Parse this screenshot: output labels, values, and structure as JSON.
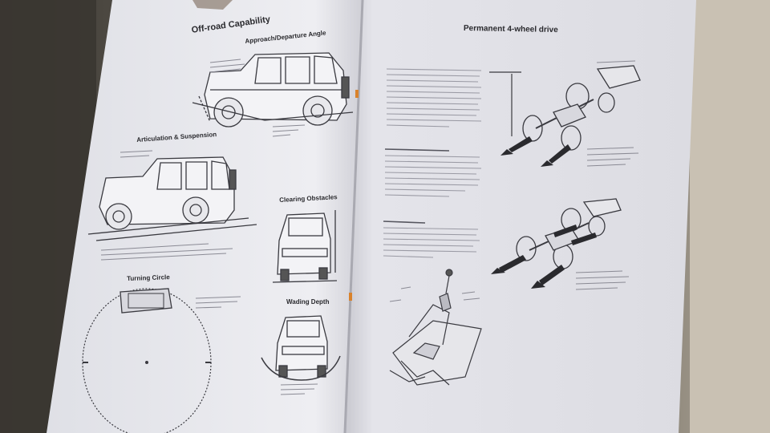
{
  "left_page": {
    "title": "Off-road Capability",
    "sections": {
      "approach": "Approach/Departure Angle",
      "articulation": "Articulation & Suspension",
      "obstacles": "Clearing Obstacles",
      "turning": "Turning Circle",
      "wading": "Wading Depth"
    }
  },
  "right_page": {
    "title": "Permanent 4-wheel drive"
  },
  "colors": {
    "desk": "#4a4640",
    "page_left": "#e9e9ee",
    "page_right": "#e2e2e8",
    "ink": "#2a2a2e",
    "accent_orange": "#d9822b"
  }
}
